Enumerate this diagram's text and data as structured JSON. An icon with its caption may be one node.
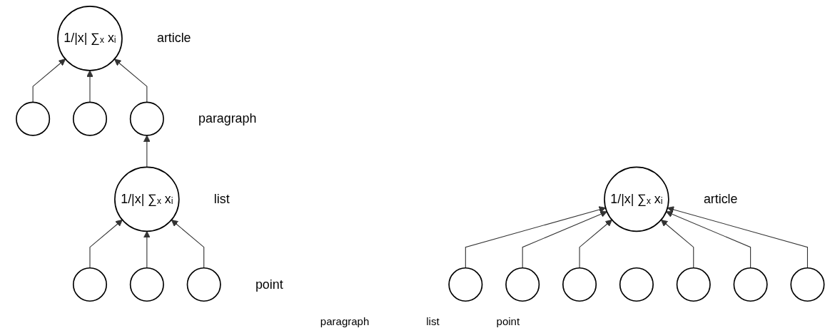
{
  "diagram": {
    "nodes": [
      {
        "text": [
          "1/|x| ∑ₓ xᵢ"
        ],
        "beside": [
          "article"
        ]
      },
      {
        "text": [],
        "shape": "circle"
      },
      {
        "text": [],
        "shape": "circle"
      },
      {
        "text": [],
        "shape": "circle",
        "beside": [
          "paragraph"
        ]
      },
      {
        "text": [
          "1/|x| ∑ₓ xᵢ"
        ],
        "beside": [
          "list"
        ]
      },
      {
        "text": [],
        "shape": "circle"
      },
      {
        "text": [],
        "shape": "circle"
      },
      {
        "text": [],
        "shape": "circle",
        "beside": [
          "point"
        ]
      },
      {
        "text": [
          "1/|x| ∑ₓ xᵢ"
        ],
        "beside": [
          "article"
        ]
      },
      {
        "text": [],
        "shape": "circle"
      },
      {
        "text": [],
        "shape": "circle"
      },
      {
        "text": [],
        "shape": "circle"
      },
      {
        "text": [],
        "shape": "circle"
      },
      {
        "text": [],
        "shape": "circle"
      },
      {
        "text": [],
        "shape": "circle"
      },
      {
        "text": [],
        "shape": "circle"
      }
    ],
    "edges": [
      {
        "from": 1,
        "to": 0,
        "arrow": "to"
      },
      {
        "from": 2,
        "to": 0,
        "arrow": "to"
      },
      {
        "from": 3,
        "to": 0,
        "arrow": "to"
      },
      {
        "from": 4,
        "to": 3,
        "arrow": "to"
      },
      {
        "from": 5,
        "to": 4,
        "arrow": "to"
      },
      {
        "from": 6,
        "to": 4,
        "arrow": "to"
      },
      {
        "from": 7,
        "to": 4,
        "arrow": "to"
      },
      {
        "from": 9,
        "to": 8,
        "arrow": "to"
      },
      {
        "from": 10,
        "to": 8,
        "arrow": "to"
      },
      {
        "from": 11,
        "to": 8,
        "arrow": "to"
      },
      {
        "from": 13,
        "to": 8,
        "arrow": "to"
      },
      {
        "from": 14,
        "to": 8,
        "arrow": "to"
      },
      {
        "from": 15,
        "to": 8,
        "arrow": "to"
      }
    ],
    "labels": [
      "paragraph",
      "list",
      "point"
    ]
  }
}
